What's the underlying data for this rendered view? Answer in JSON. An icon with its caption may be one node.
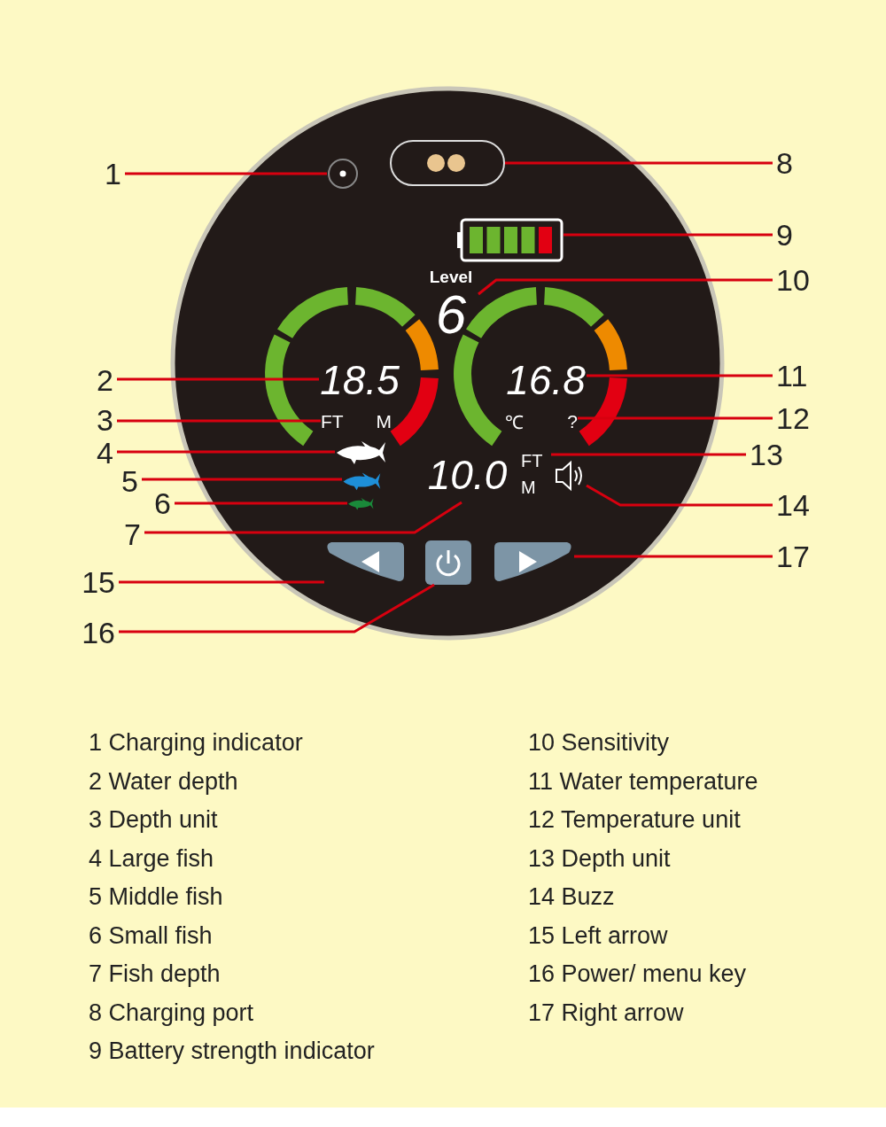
{
  "diagram": {
    "nodes": [
      {
        "text": [
          "1"
        ]
      },
      {
        "text": [
          "2"
        ]
      },
      {
        "text": [
          "3"
        ]
      },
      {
        "text": [
          "4"
        ]
      },
      {
        "text": [
          "5"
        ]
      },
      {
        "text": [
          "6"
        ]
      },
      {
        "text": [
          "7"
        ]
      },
      {
        "text": [
          "8"
        ]
      },
      {
        "text": [
          "9"
        ]
      },
      {
        "text": [
          "10"
        ]
      },
      {
        "text": [
          "11"
        ]
      },
      {
        "text": [
          "12"
        ]
      },
      {
        "text": [
          "13"
        ]
      },
      {
        "text": [
          "14"
        ]
      },
      {
        "text": [
          "15"
        ]
      },
      {
        "text": [
          "16"
        ]
      },
      {
        "text": [
          "17"
        ]
      },
      {
        "text": [],
        "shape": "circle"
      },
      {
        "text": [
          "18.5"
        ]
      },
      {
        "text": [
          "FT",
          "M"
        ]
      },
      {
        "text": [],
        "shape": "picture"
      },
      {
        "text": [],
        "shape": "picture"
      },
      {
        "text": [],
        "shape": "picture"
      },
      {
        "text": [
          "10.0"
        ]
      },
      {
        "text": [],
        "shape": "box"
      },
      {
        "text": [],
        "shape": "picture"
      },
      {
        "text": [
          "Level",
          "6"
        ]
      },
      {
        "text": [
          "16.8"
        ]
      },
      {
        "text": [
          "℃",
          "?"
        ]
      },
      {
        "text": [
          "FT",
          "M"
        ]
      },
      {
        "text": [],
        "shape": "picture"
      },
      {
        "text": [],
        "shape": "box"
      },
      {
        "text": [],
        "shape": "box"
      },
      {
        "text": [],
        "shape": "box"
      }
    ],
    "edges": [
      {
        "from": 0,
        "to": 17,
        "arrow": "none"
      },
      {
        "from": 1,
        "to": 18,
        "arrow": "none"
      },
      {
        "from": 2,
        "to": 19,
        "arrow": "none"
      },
      {
        "from": 3,
        "to": 20,
        "arrow": "none"
      },
      {
        "from": 4,
        "to": 21,
        "arrow": "none"
      },
      {
        "from": 5,
        "to": 22,
        "arrow": "none"
      },
      {
        "from": 6,
        "to": 23,
        "arrow": "none"
      },
      {
        "from": 7,
        "to": 24,
        "arrow": "none"
      },
      {
        "from": 8,
        "to": 25,
        "arrow": "none"
      },
      {
        "from": 9,
        "to": 26,
        "arrow": "none"
      },
      {
        "from": 10,
        "to": 27,
        "arrow": "none"
      },
      {
        "from": 11,
        "to": 28,
        "arrow": "none"
      },
      {
        "from": 12,
        "to": 29,
        "arrow": "none"
      },
      {
        "from": 13,
        "to": 30,
        "arrow": "none"
      },
      {
        "from": 14,
        "to": 31,
        "arrow": "none"
      },
      {
        "from": 15,
        "to": 32,
        "arrow": "none"
      },
      {
        "from": 16,
        "to": 33,
        "arrow": "none"
      }
    ],
    "labels": [
      "1 Charging indicator",
      "2 Water depth",
      "3 Depth unit",
      "4 Large fish",
      "5 Middle fish",
      "6 Small fish",
      "7 Fish depth",
      "8 Charging port",
      "9 Battery strength indicator",
      "10 Sensitivity",
      "11 Water temperature",
      "12 Temperature unit",
      "13 Depth unit",
      "14 Buzz",
      "15 Left arrow",
      "16 Power/ menu key",
      "17 Right arrow"
    ]
  }
}
